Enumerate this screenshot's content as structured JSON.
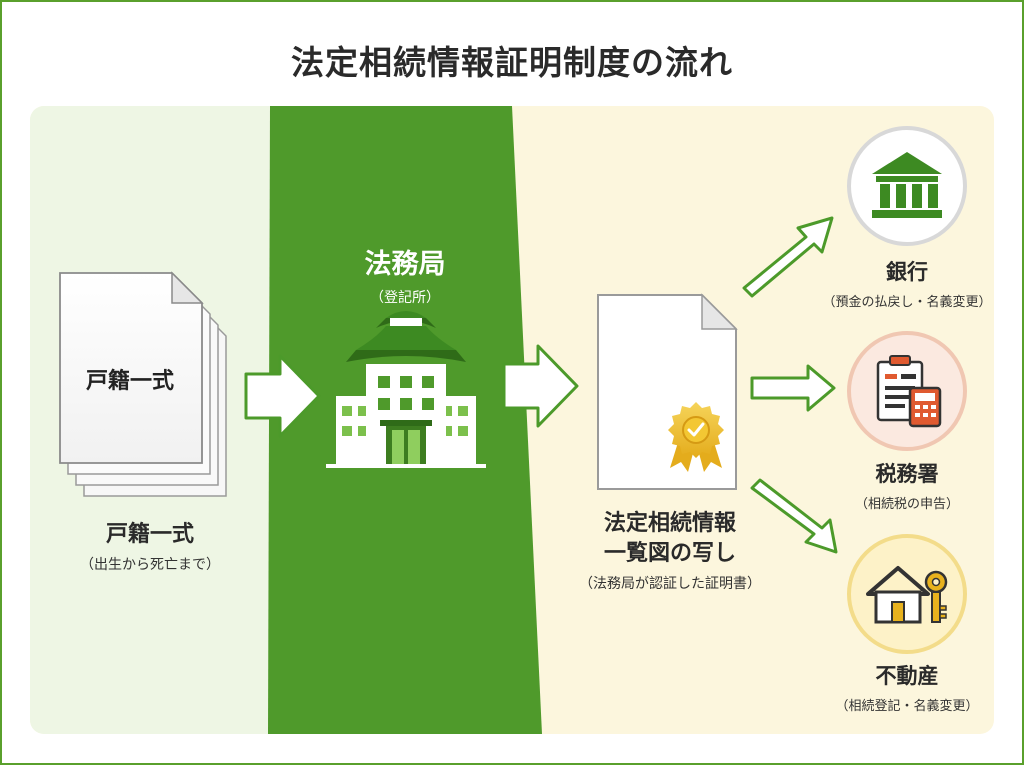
{
  "title": "法定相続情報証明制度の流れ",
  "source": {
    "doc_label": "戸籍一式",
    "label": "戸籍一式",
    "sublabel": "（出生から死亡まで）"
  },
  "office": {
    "label": "法務局",
    "sublabel": "（登記所）"
  },
  "certificate": {
    "label_line1": "法定相続情報",
    "label_line2": "一覧図の写し",
    "sublabel": "（法務局が認証した証明書）"
  },
  "destinations": [
    {
      "label": "銀行",
      "sublabel": "（預金の払戻し・名義変更）",
      "icon": "bank-icon"
    },
    {
      "label": "税務署",
      "sublabel": "（相続税の申告）",
      "icon": "tax-document-calculator-icon"
    },
    {
      "label": "不動産",
      "sublabel": "（相続登記・名義変更）",
      "icon": "house-key-icon"
    }
  ],
  "colors": {
    "green_band": "#4f9a2b",
    "left_panel": "#eef6e4",
    "right_panel": "#fcf6dd",
    "arrow_green": "#4c9a2a",
    "frame": "#5aa02c"
  }
}
